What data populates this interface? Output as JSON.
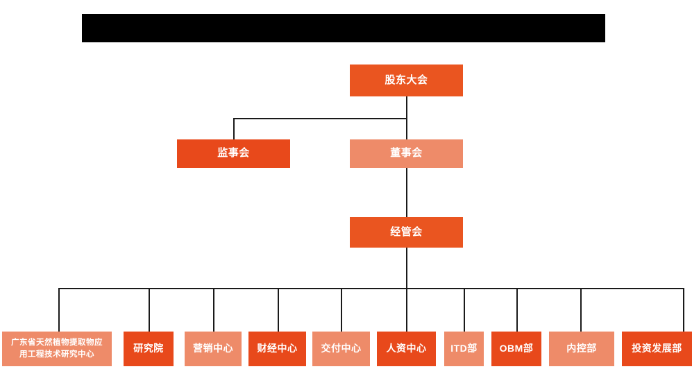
{
  "title_bar": {
    "name": "redacted-title-bar",
    "redacted": true,
    "color": "#000000"
  },
  "colors": {
    "dark_orange": "#E8491B",
    "mid_orange": "#EA5520",
    "light_orange": "#EE8B69",
    "connector": "#1a1a1a",
    "text": "#FFFFFF",
    "background": "#FFFFFF"
  },
  "org_chart": {
    "type": "organization-chart",
    "levels": [
      {
        "level": 1,
        "nodes": [
          {
            "id": "shareholders",
            "label": "股东大会",
            "tone": "mid"
          }
        ]
      },
      {
        "level": 2,
        "nodes": [
          {
            "id": "supervisors",
            "label": "监事会",
            "tone": "dark"
          },
          {
            "id": "directors",
            "label": "董事会",
            "tone": "light"
          }
        ]
      },
      {
        "level": 3,
        "nodes": [
          {
            "id": "management",
            "label": "经管会",
            "tone": "mid"
          }
        ]
      },
      {
        "level": 4,
        "nodes": [
          {
            "id": "research-center",
            "label": "广东省天然植物提取物应用工程技术研究中心",
            "line1": "广东省天然植物提取物应",
            "line2": "用工程技术研究中心",
            "tone": "light"
          },
          {
            "id": "institute",
            "label": "研究院",
            "tone": "dark"
          },
          {
            "id": "marketing-center",
            "label": "营销中心",
            "tone": "light"
          },
          {
            "id": "finance-center",
            "label": "财经中心",
            "tone": "dark"
          },
          {
            "id": "delivery-center",
            "label": "交付中心",
            "tone": "light"
          },
          {
            "id": "hr-center",
            "label": "人资中心",
            "tone": "dark"
          },
          {
            "id": "itd-dept",
            "label": "ITD部",
            "tone": "light"
          },
          {
            "id": "obm-dept",
            "label": "OBM部",
            "tone": "dark"
          },
          {
            "id": "internal-control-dept",
            "label": "内控部",
            "tone": "light"
          },
          {
            "id": "investment-development-dept",
            "label": "投资发展部",
            "tone": "dark"
          }
        ]
      }
    ],
    "edges": [
      {
        "from": "shareholders",
        "to": "supervisors"
      },
      {
        "from": "shareholders",
        "to": "directors"
      },
      {
        "from": "directors",
        "to": "management"
      },
      {
        "from": "management",
        "to": "research-center"
      },
      {
        "from": "management",
        "to": "institute"
      },
      {
        "from": "management",
        "to": "marketing-center"
      },
      {
        "from": "management",
        "to": "finance-center"
      },
      {
        "from": "management",
        "to": "delivery-center"
      },
      {
        "from": "management",
        "to": "hr-center"
      },
      {
        "from": "management",
        "to": "itd-dept"
      },
      {
        "from": "management",
        "to": "obm-dept"
      },
      {
        "from": "management",
        "to": "internal-control-dept"
      },
      {
        "from": "management",
        "to": "investment-development-dept"
      }
    ]
  }
}
